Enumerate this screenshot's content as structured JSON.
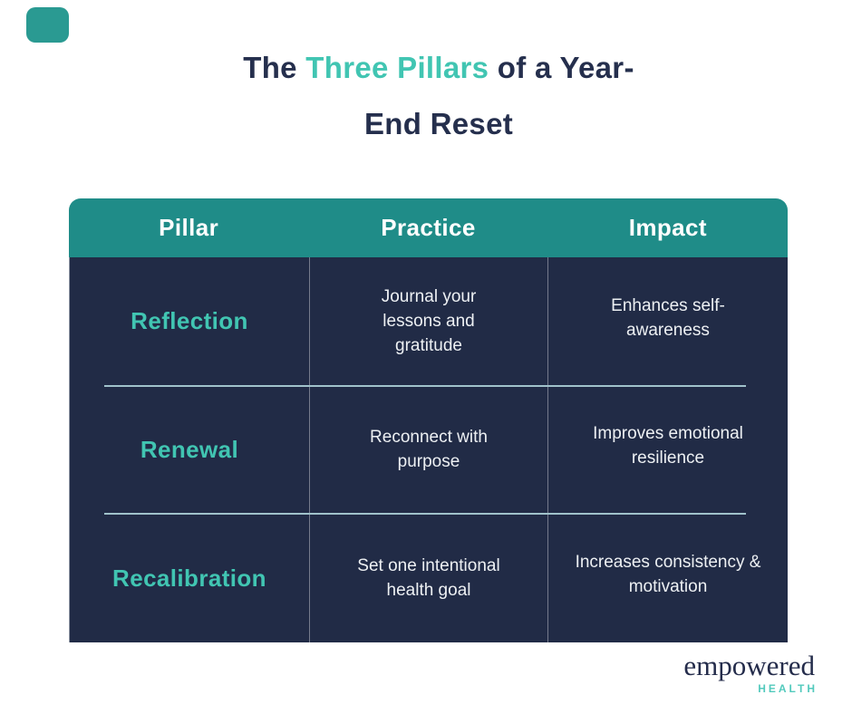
{
  "colors": {
    "navy": "#252F4D",
    "accent_teal": "#41C5B2",
    "header_teal": "#1F8C88",
    "table_body_navy": "#212B46",
    "row_divider": "#A0C2CB",
    "corner_accent": "#2A9A92",
    "logo_navy": "#242C4B",
    "logo_teal": "#53CABD"
  },
  "title": {
    "prefix": "The ",
    "highlight": "Three Pillars",
    "suffix": " of a Year-",
    "line2": "End Reset"
  },
  "table": {
    "headers": [
      "Pillar",
      "Practice",
      "Impact"
    ],
    "rows": [
      {
        "pillar": "Reflection",
        "practice": "Journal your\nlessons and\ngratitude",
        "impact": "Enhances self-\nawareness"
      },
      {
        "pillar": "Renewal",
        "practice": "Reconnect with\npurpose",
        "impact": "Improves emotional\nresilience"
      },
      {
        "pillar": "Recalibration",
        "practice": "Set one intentional\nhealth goal",
        "impact": "Increases consistency &\nmotivation"
      }
    ]
  },
  "logo": {
    "name": "empowered",
    "subtitle": "HEALTH"
  },
  "chart_data": {
    "type": "table",
    "title": "The Three Pillars of a Year-End Reset",
    "columns": [
      "Pillar",
      "Practice",
      "Impact"
    ],
    "rows": [
      [
        "Reflection",
        "Journal your lessons and gratitude",
        "Enhances self-awareness"
      ],
      [
        "Renewal",
        "Reconnect with purpose",
        "Improves emotional resilience"
      ],
      [
        "Recalibration",
        "Set one intentional health goal",
        "Increases consistency & motivation"
      ]
    ],
    "layout": {
      "header_background": "#1F8C88",
      "body_background": "#212B46",
      "pillar_text_color": "#41C5B2",
      "grid": "on"
    }
  }
}
